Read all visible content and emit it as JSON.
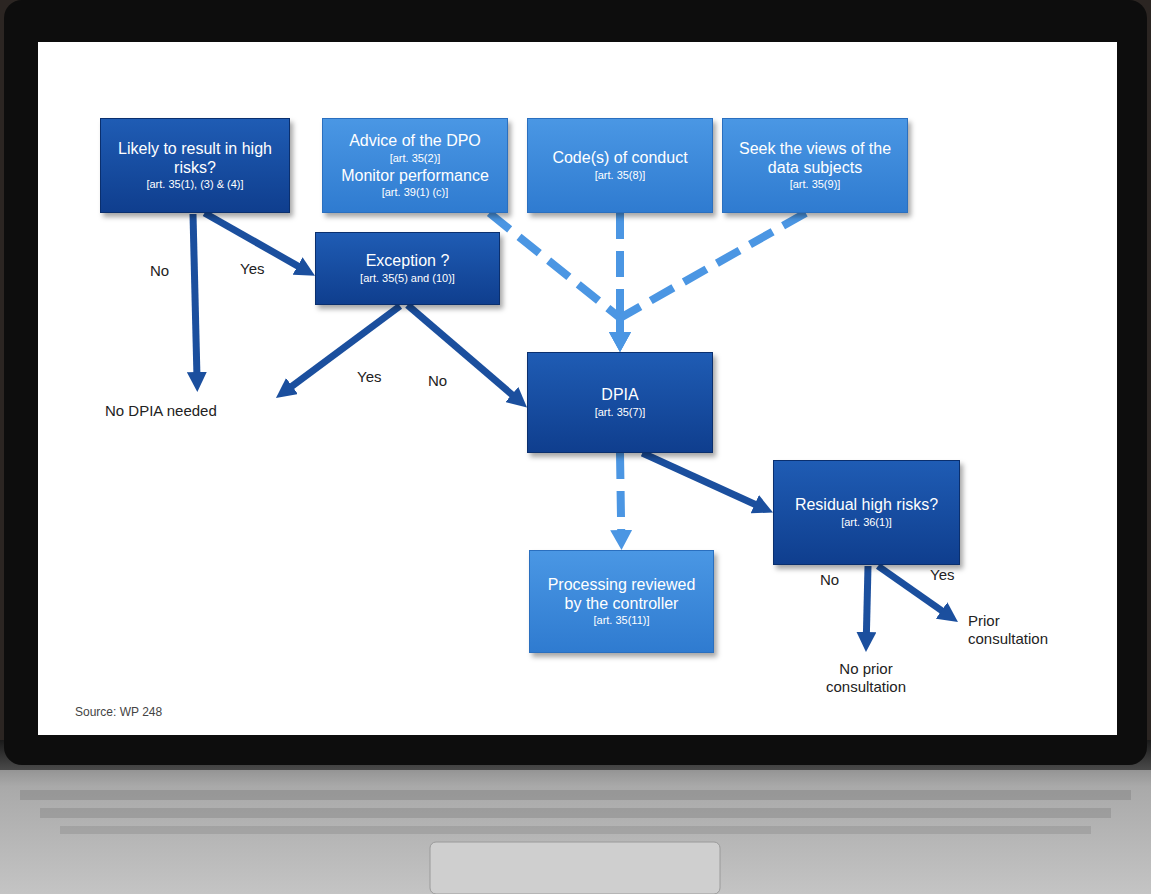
{
  "diagram": {
    "nodes": [
      {
        "text": [
          "Likely to result in high risks?",
          "[art. 35(1), (3) & (4)]"
        ]
      },
      {
        "text": [
          "Advice of the DPO",
          "[art. 35(2)]",
          "Monitor performance",
          "[art. 39(1) (c)]"
        ]
      },
      {
        "text": [
          "Code(s) of conduct",
          "[art. 35(8)]"
        ]
      },
      {
        "text": [
          "Seek the views of the data subjects",
          "[art. 35(9)]"
        ]
      },
      {
        "text": [
          "Exception ?",
          "[art. 35(5) and (10)]"
        ]
      },
      {
        "text": [
          "DPIA",
          "[art. 35(7)]"
        ]
      },
      {
        "text": [
          "Residual high risks?",
          "[art. 36(1)]"
        ]
      },
      {
        "text": [
          "Processing reviewed by the controller",
          "[art. 35(11)]"
        ]
      }
    ],
    "edges": [
      {
        "from": 0,
        "to": 4,
        "arrow": "to",
        "label": "Yes"
      },
      {
        "from": 1,
        "to": 5,
        "arrow": "to"
      },
      {
        "from": 2,
        "to": 5,
        "arrow": "to"
      },
      {
        "from": 3,
        "to": 5,
        "arrow": "to"
      },
      {
        "from": 4,
        "to": 5,
        "arrow": "to",
        "label": "No"
      },
      {
        "from": 5,
        "to": 7,
        "arrow": "to"
      },
      {
        "from": 5,
        "to": 6,
        "arrow": "to"
      }
    ],
    "labels": [
      "No",
      "No DPIA needed",
      "Yes",
      "No",
      "Yes",
      "Prior consultation",
      "No prior consultation",
      "Source: WP 248"
    ]
  }
}
